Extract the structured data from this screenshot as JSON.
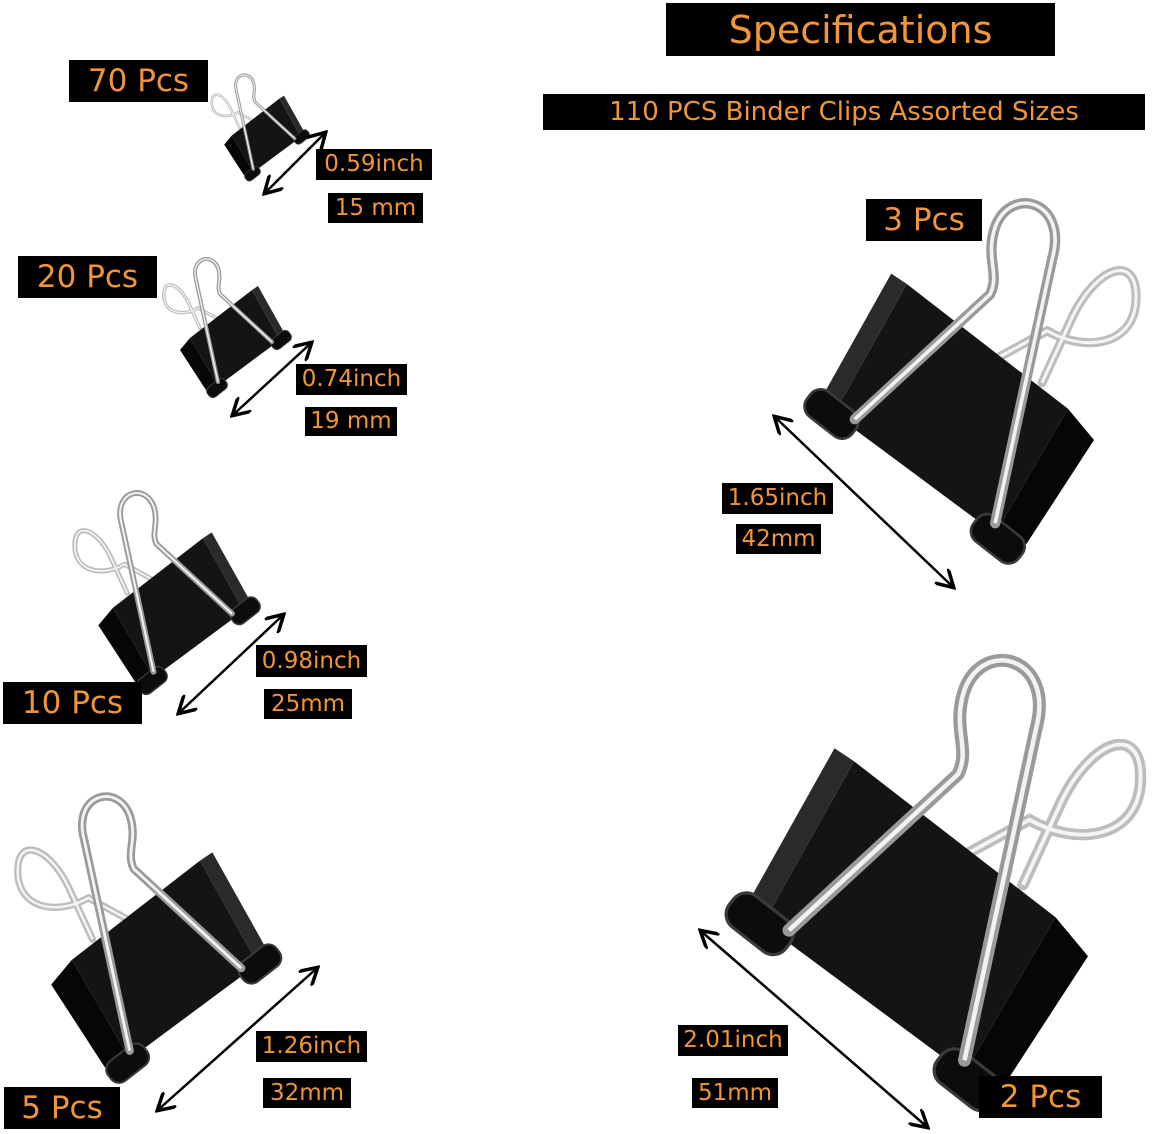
{
  "header": {
    "title": "Specifications",
    "subtitle": "110 PCS Binder Clips Assorted Sizes"
  },
  "colors": {
    "label_text": "#f0953a",
    "label_bg": "#000000",
    "clip_body": "#111111",
    "wire": "#c8c8c8",
    "background": "#ffffff"
  },
  "clips": [
    {
      "quantity": "70 Pcs",
      "size_inch": "0.59inch",
      "size_mm": "15 mm"
    },
    {
      "quantity": "20 Pcs",
      "size_inch": "0.74inch",
      "size_mm": "19 mm"
    },
    {
      "quantity": "10 Pcs",
      "size_inch": "0.98inch",
      "size_mm": "25mm"
    },
    {
      "quantity": "5 Pcs",
      "size_inch": "1.26inch",
      "size_mm": "32mm"
    },
    {
      "quantity": "3 Pcs",
      "size_inch": "1.65inch",
      "size_mm": "42mm"
    },
    {
      "quantity": "2 Pcs",
      "size_inch": "2.01inch",
      "size_mm": "51mm"
    }
  ]
}
